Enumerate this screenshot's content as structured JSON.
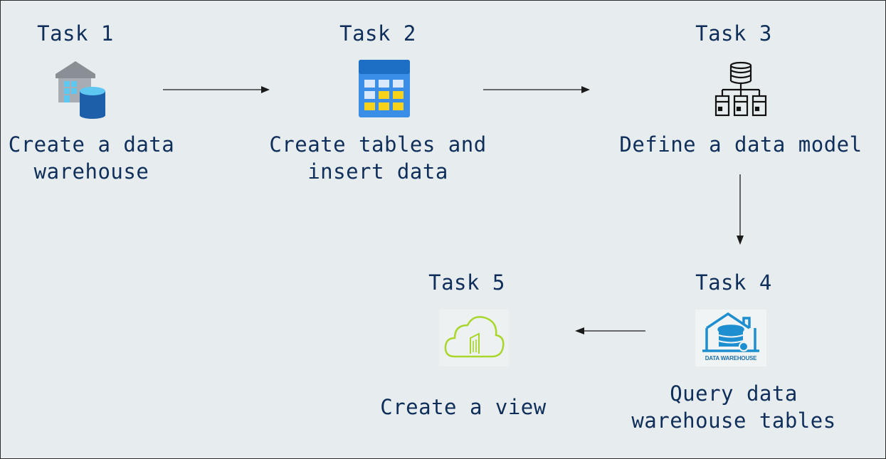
{
  "tasks": [
    {
      "title": "Task 1",
      "description": "Create a data\nwarehouse",
      "icon": "warehouse-database-icon"
    },
    {
      "title": "Task 2",
      "description": "Create tables and\ninsert data",
      "icon": "table-grid-icon"
    },
    {
      "title": "Task 3",
      "description": "Define a data model",
      "icon": "data-model-hierarchy-icon"
    },
    {
      "title": "Task 4",
      "description": "Query data\nwarehouse tables",
      "icon": "data-warehouse-icon",
      "icon_label": "DATA WAREHOUSE"
    },
    {
      "title": "Task 5",
      "description": "Create a view",
      "icon": "power-bi-cloud-icon"
    }
  ],
  "colors": {
    "background": "#e7ecee",
    "text": "#0f2f5a",
    "arrow": "#1a1a1a",
    "azure_blue": "#1d73c9",
    "table_yellow": "#f6d21b",
    "cloud_green": "#a8d62a",
    "warehouse_blue": "#1d8fd0"
  }
}
